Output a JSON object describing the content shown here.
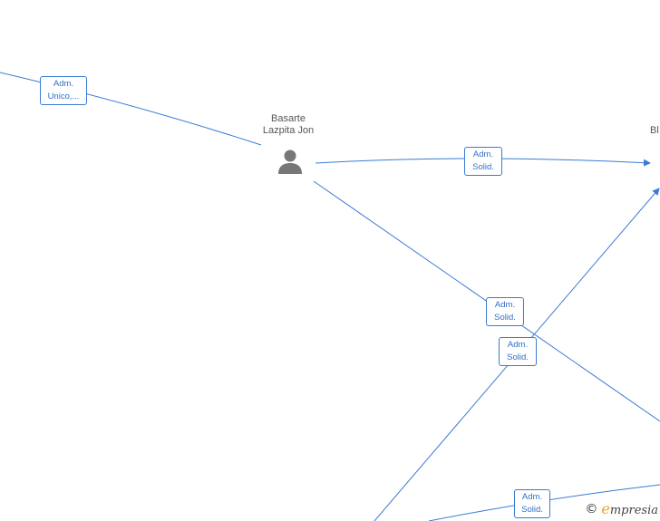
{
  "nodes": {
    "basarte": {
      "name_line1": "Basarte",
      "name_line2": "Lazpita Jon"
    },
    "right": {
      "name_line1": "",
      "name_line2": "Bl"
    }
  },
  "edges": {
    "e1": {
      "line1": "Adm.",
      "line2": "Unico,..."
    },
    "e2": {
      "line1": "Adm.",
      "line2": "Solid."
    },
    "e3": {
      "line1": "Adm.",
      "line2": "Solid."
    },
    "e4": {
      "line1": "Adm.",
      "line2": "Solid."
    },
    "e5": {
      "line1": "Adm.",
      "line2": "Solid."
    }
  },
  "watermark": {
    "copyright": "©",
    "brand_initial": "e",
    "brand_rest": "mpresia"
  },
  "colors": {
    "edge": "#3a7bd5",
    "label_text": "#2f6fc9",
    "node_text": "#555555",
    "icon": "#777777"
  }
}
